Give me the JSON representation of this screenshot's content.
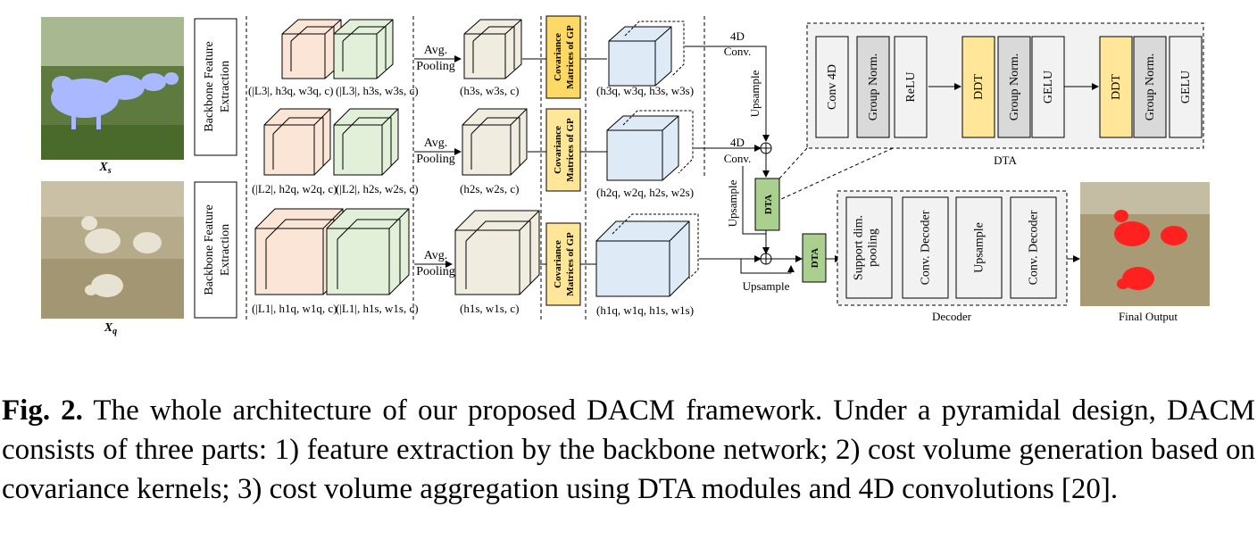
{
  "images": {
    "support_label": "X",
    "support_sub": "s",
    "query_label": "X",
    "query_sub": "q",
    "final_output": "Final Output"
  },
  "backbone": {
    "label_line1": "Backbone Feature",
    "label_line2": "Extraction"
  },
  "features": {
    "l3_query": "(|L3|, h3q, w3q, c)",
    "l3_support": "(|L3|, h3s, w3s, c)",
    "l2_query": "(|L2|, h2q, w2q, c)",
    "l2_support": "(|L2|, h2s, w2s, c)",
    "l1_query": "(|L1|, h1q, w1q, c)",
    "l1_support": "(|L1|, h1s, w1s, c)"
  },
  "pooling": {
    "line1": "Avg.",
    "line2": "Pooling",
    "out3": "(h3s, w3s, c)",
    "out2": "(h2s, w2s, c)",
    "out1": "(h1s, w1s, c)"
  },
  "gp": {
    "line1": "Covariance",
    "line2": "Matrices of GP"
  },
  "cost_volumes": {
    "v3": "(h3q, w3q, h3s, w3s)",
    "v2": "(h2q, w2q, h2s, w2s)",
    "v1": "(h1q, w1q, h1s, w1s)"
  },
  "aggregation": {
    "conv4d_line1": "4D",
    "conv4d_line2": "Conv.",
    "upsample": "Upsample",
    "dta": "DTA"
  },
  "dta_detail": {
    "title": "DTA",
    "blocks": [
      "Conv 4D",
      "Group Norm.",
      "ReLU",
      "DDT",
      "Group Norm.",
      "GELU",
      "DDT",
      "Group Norm.",
      "GELU"
    ]
  },
  "decoder": {
    "title": "Decoder",
    "blocks": [
      "Support dim. pooling",
      "Conv. Decoder",
      "Upsample",
      "Conv. Decoder"
    ]
  },
  "caption": {
    "label": "Fig. 2.",
    "text": " The whole architecture of our proposed DACM framework. Under a pyramidal design, DACM consists of three parts: 1) feature extraction by the backbone network; 2) cost volume generation based on covariance kernels; 3) cost volume aggregation using DTA modules and 4D convolutions [20]."
  },
  "colors": {
    "gp_fill": "#ffd966",
    "dta_fill": "#a9d08e",
    "ddt_fill": "#ffe699",
    "grey_fill": "#d9d9d9",
    "light_fill": "#f2f2f2",
    "query_cube": "#fbe5d6",
    "support_cube": "#e2f0d9",
    "volume_cube": "#deebf7",
    "mask_red": "#ff2020",
    "mask_blue": "#a9b8ff"
  }
}
